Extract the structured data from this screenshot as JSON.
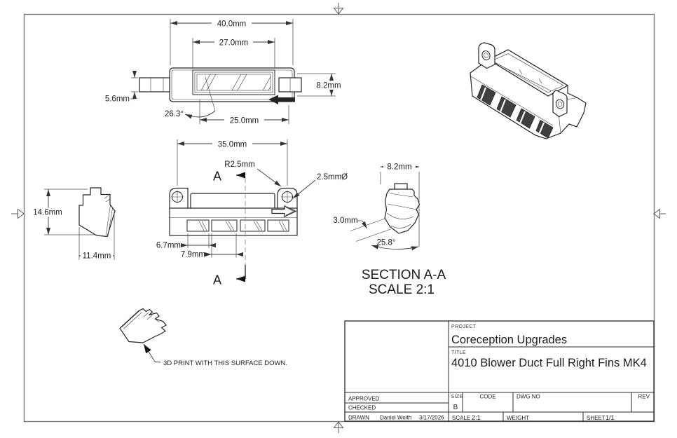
{
  "front_view": {
    "dim_40": "40.0mm",
    "dim_27": "27.0mm",
    "dim_8_2": "8.2mm",
    "dim_5_6": "5.6mm",
    "angle_26_3": "26.3°",
    "dim_25": "25.0mm"
  },
  "plan_view": {
    "dim_35": "35.0mm",
    "radius": "R2.5mm",
    "hole_dia": "2.5mmØ",
    "dim_6_7": "6.7mm",
    "dim_7_9": "7.9mm",
    "section_label": "A"
  },
  "side_view": {
    "dim_14_6": "14.6mm",
    "dim_11_4": "11.4mm"
  },
  "section_view": {
    "dim_8_2": "8.2mm",
    "dim_3_0": "3.0mm",
    "angle_25_8": "25.8°",
    "title": "SECTION A-A",
    "scale": "SCALE 2:1"
  },
  "notes": {
    "print_note": "3D PRINT WITH THIS SURFACE DOWN."
  },
  "title_block": {
    "project_label": "PROJECT",
    "project": "Coreception Upgrades",
    "title_label": "TITLE",
    "title": "4010 Blower Duct Full Right Fins MK4",
    "approved_label": "APPROVED",
    "checked_label": "CHECKED",
    "drawn_label": "DRAWN",
    "drawn_by": "Daniel Weith",
    "drawn_date": "3/17/2026",
    "size_label": "SIZE",
    "size": "B",
    "code_label": "CODE",
    "dwg_no_label": "DWG NO",
    "rev_label": "REV",
    "scale_label": "SCALE",
    "scale": "2:1",
    "weight_label": "WEIGHT",
    "sheet_label": "SHEET",
    "sheet": "1/1"
  },
  "colors": {
    "line": "#242424",
    "dimension": "#3a3a3a",
    "sheet_border": "#7a7a7a",
    "vent_fill": "#3f3f3f",
    "section_line": "#9b9b9b"
  }
}
